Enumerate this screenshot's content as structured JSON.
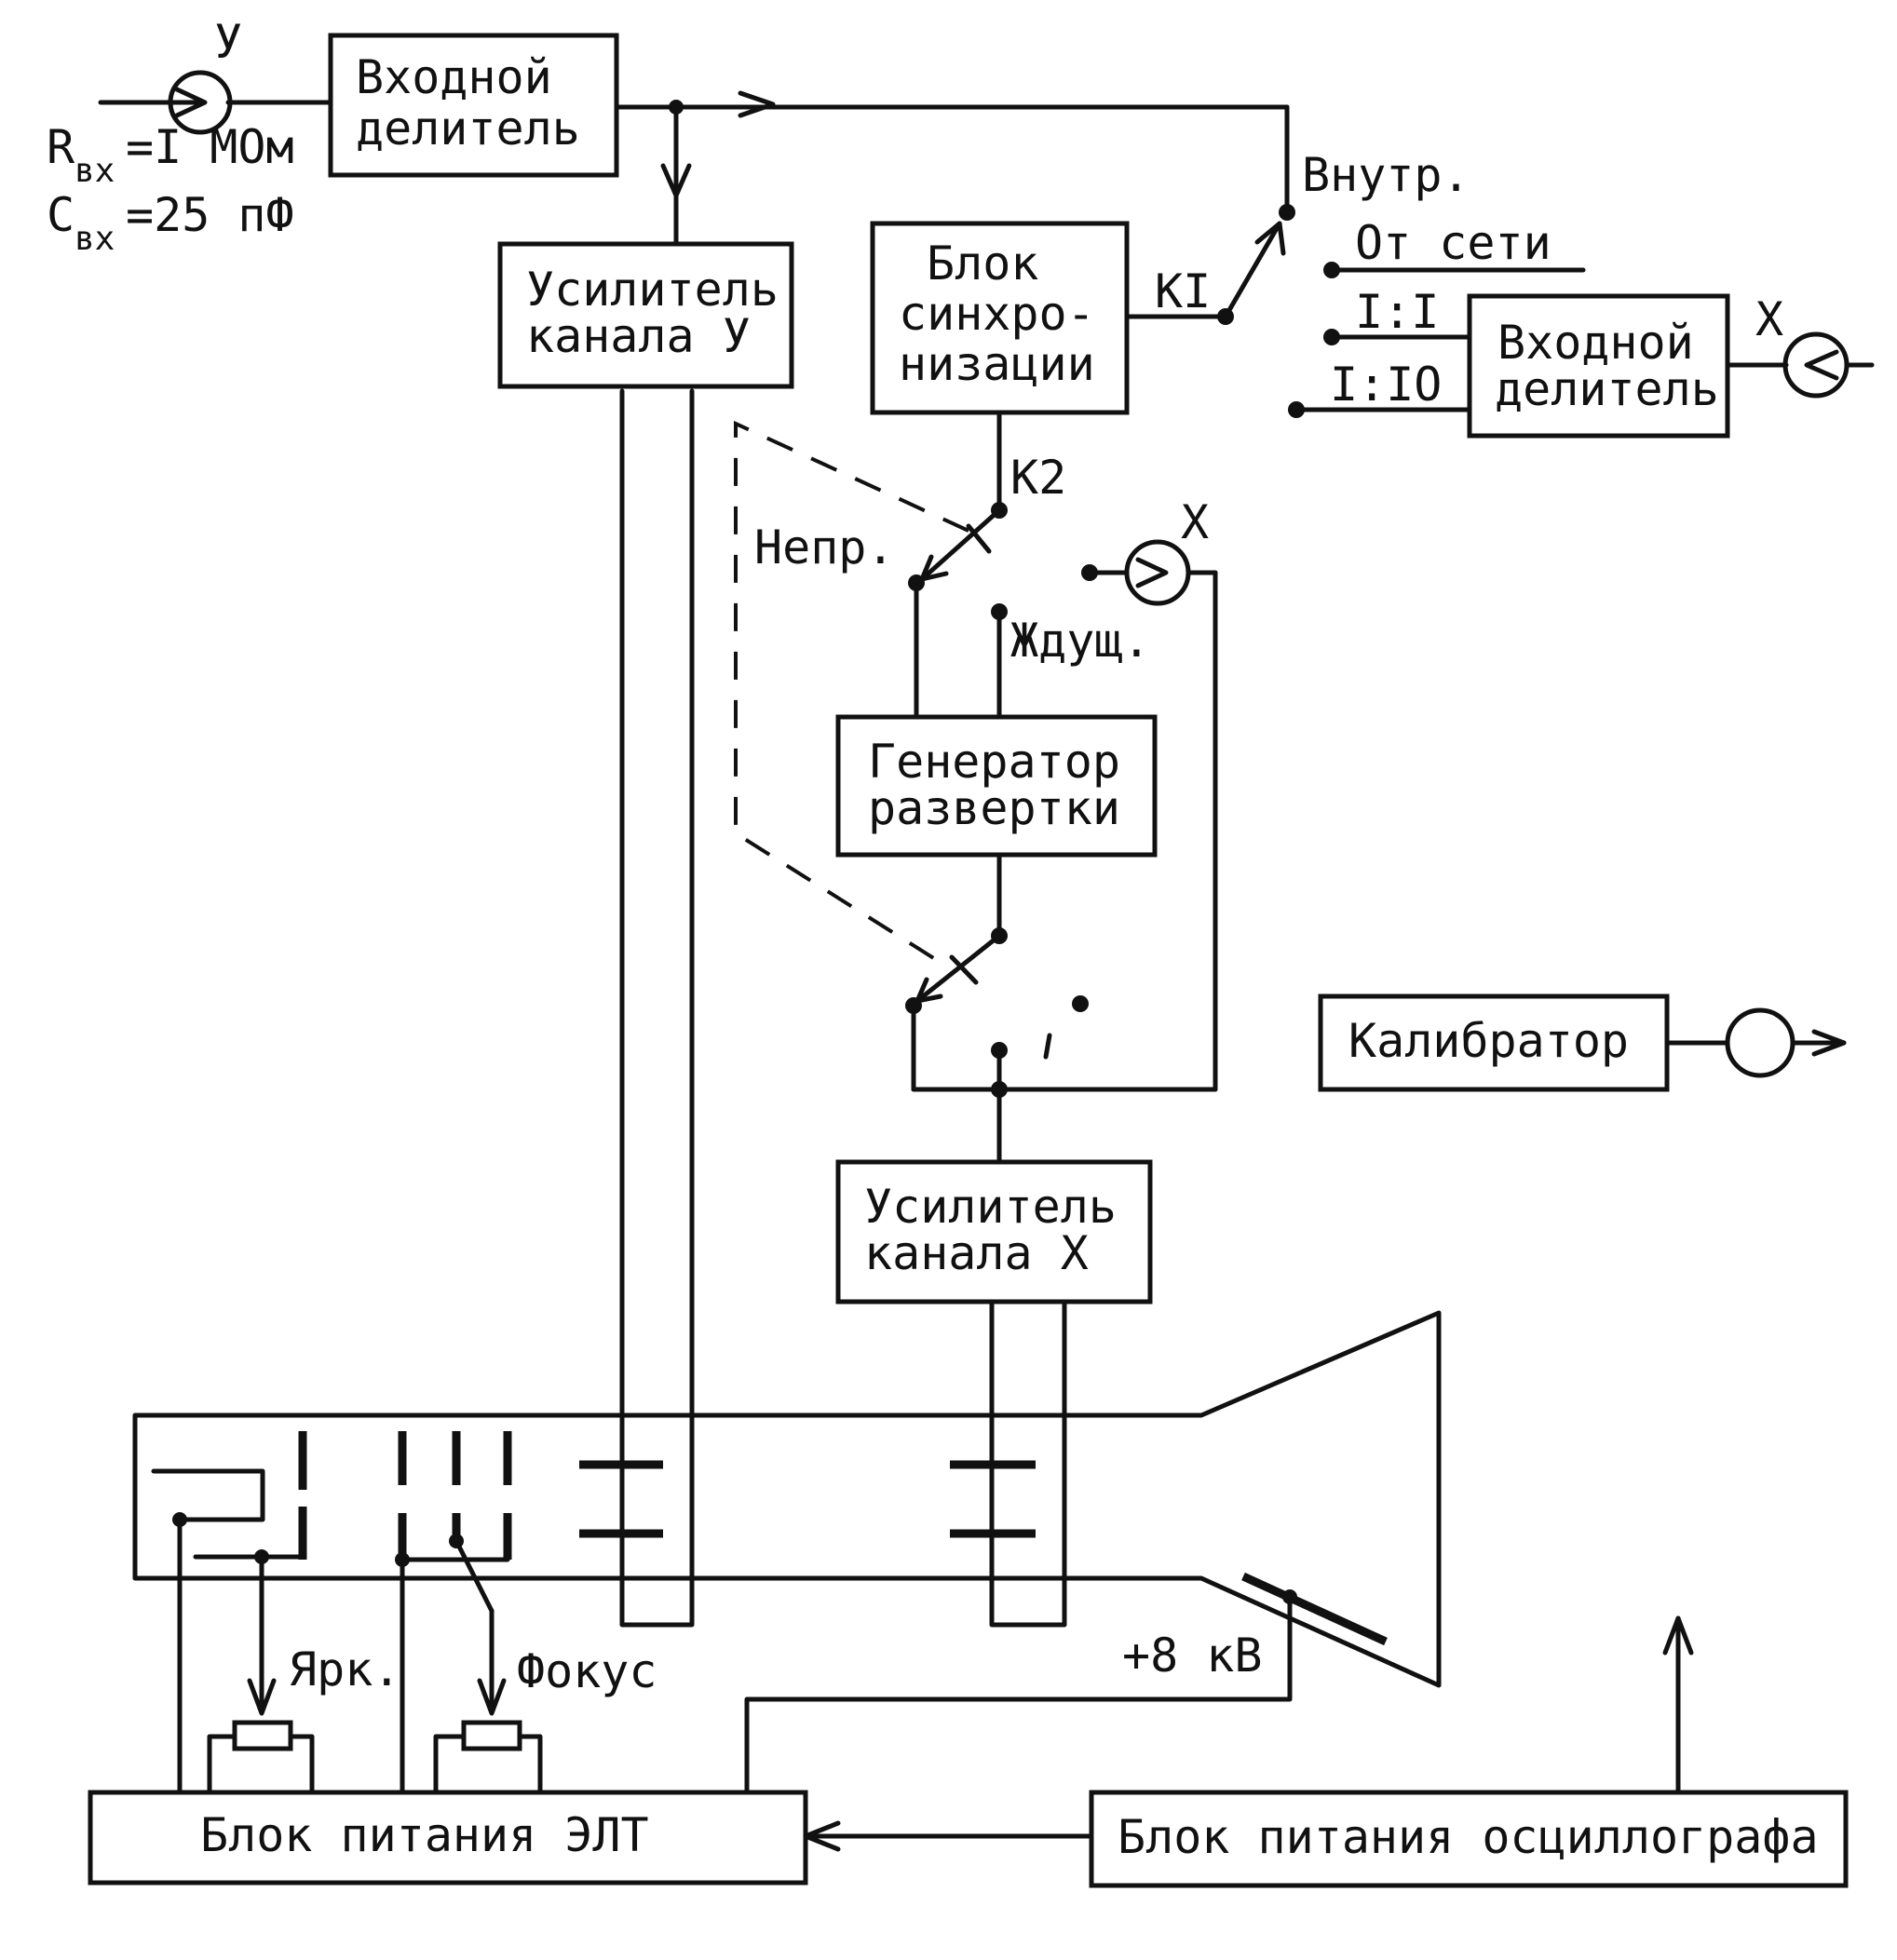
{
  "blocks": {
    "input_divider_y": [
      "Входной",
      "делитель"
    ],
    "amp_y": [
      "Усилитель",
      "канала У"
    ],
    "sync": [
      "Блок",
      "синхро-",
      "низации"
    ],
    "input_divider_x": [
      "Входной",
      "делитель"
    ],
    "sweep": [
      "Генератор",
      "развертки"
    ],
    "calibrator": "Калибратор",
    "amp_x": [
      "Усилитель",
      "канала Х"
    ],
    "psu_crt": "Блок питания ЭЛТ",
    "psu_osc": "Блок питания осциллографа"
  },
  "labels": {
    "y_in": "У",
    "x_in_right": "Х",
    "x_in_mid": "Х",
    "rin_main": "R",
    "rin_sub": "вх",
    "rin_value": "=I МОм",
    "cin_main": "C",
    "cin_sub": "вх",
    "cin_value": "=25 пФ",
    "internal": "Внутр.",
    "from_mains": "От сети",
    "ratio_1": "I:I",
    "ratio_10": "I:IO",
    "k1": "КI",
    "k2": "К2",
    "continuous": "Непр.",
    "triggered": "Ждущ.",
    "brightness": "Ярк.",
    "focus": "Фокус",
    "hv": "+8 кВ"
  },
  "icons": [
    "input-jack-icon",
    "output-jack-icon",
    "switch-icon",
    "resistor-icon",
    "crt-icon"
  ]
}
